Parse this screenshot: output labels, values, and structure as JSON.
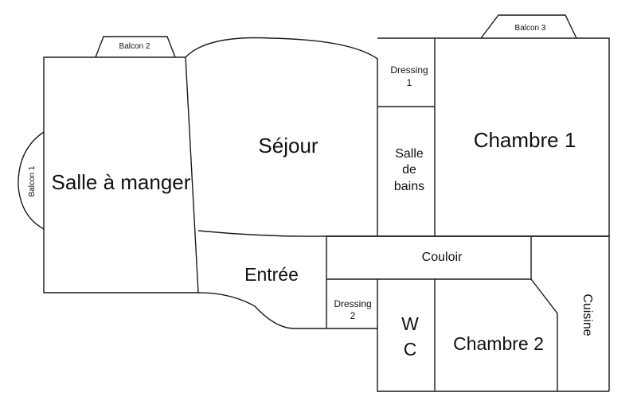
{
  "rooms": {
    "salle_a_manger": "Salle à manger",
    "sejour": "Séjour",
    "chambre_1": "Chambre 1",
    "entree": "Entrée",
    "couloir": "Couloir",
    "chambre_2": "Chambre 2",
    "cuisine": "Cuisine",
    "wc": [
      "W",
      "C"
    ],
    "salle_de_bains": [
      "Salle",
      "de",
      "bains"
    ],
    "dressing_1": [
      "Dressing",
      "1"
    ],
    "dressing_2": [
      "Dressing",
      "2"
    ]
  },
  "balconies": {
    "balcon_1": "Balcon 1",
    "balcon_2": "Balcon 2",
    "balcon_3": "Balcon 3"
  }
}
